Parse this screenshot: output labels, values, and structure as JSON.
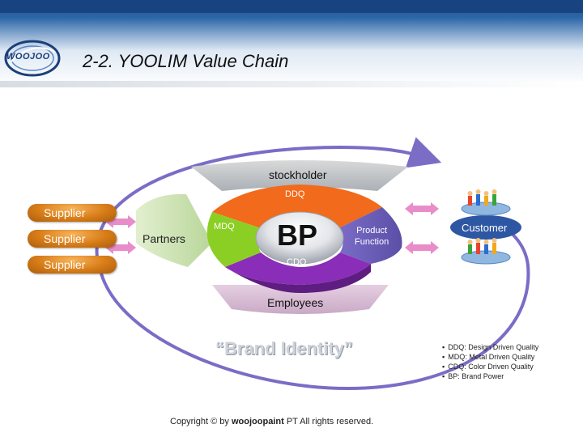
{
  "header": {
    "title": "2-2. YOOLIM Value Chain",
    "logo_text": "WOOJOO"
  },
  "diagram": {
    "suppliers": [
      "Supplier",
      "Supplier",
      "Supplier"
    ],
    "partners": "Partners",
    "stockholder": "stockholder",
    "ddq": "DDQ",
    "mdq": "MDQ",
    "center": "BP",
    "product_function_line1": "Product",
    "product_function_line2": "Function",
    "cdq": "CDQ",
    "employees": "Employees",
    "customer": "Customer",
    "colors": {
      "ddq": "#f26a1b",
      "mdq": "#8ccf24",
      "product_function": "#6a5bb5",
      "cdq": "#8a2db8",
      "supplier": "#d77c17",
      "arrow": "#7b6cc6",
      "link_arrows": "#e47ac0"
    }
  },
  "brand_identity": "“Brand Identity”",
  "legend": [
    "DDQ: Design Driven Quality",
    "MDQ: Metal Driven Quality",
    "CDQ: Color Driven Quality",
    "BP: Brand Power"
  ],
  "copyright": {
    "prefix": "Copyright © by",
    "company": "woojoopaint",
    "suffix": "PT All rights reserved."
  }
}
